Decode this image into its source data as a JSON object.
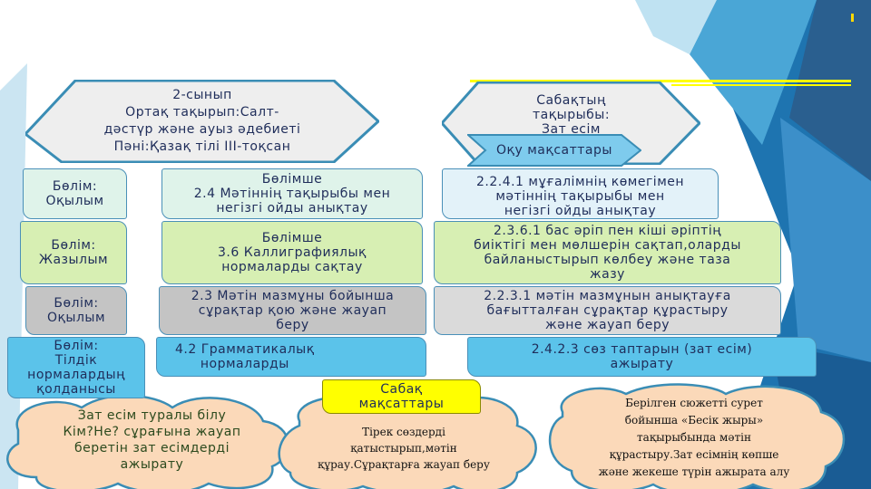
{
  "colors": {
    "accent": "#2a6fa8",
    "text": "#1f2d5a",
    "mint": "#dff3ea",
    "lime": "#d7efb3",
    "gray": "#c4c4c4",
    "blue": "#5bc3ea",
    "cloud": "#fbd9b9",
    "highlight": "#ffff00"
  },
  "header_left": {
    "text": "2-сынып\nОртақ тақырып:Салт-\nдәстүр және ауыз әдебиеті\nПәні:Қазақ тілі ІІІ-тоқсан"
  },
  "header_right": {
    "text": "Сабақтың\nтақырыбы:\nЗат есім"
  },
  "arrow": {
    "label": "Оқу мақсаттары"
  },
  "rows": [
    {
      "section": "Бөлім:\nОқылым",
      "subsection": "Бөлімше\n2.4 Мәтіннің тақырыбы мен\nнегізгі ойды анықтау",
      "objective": "2.2.4.1 мұғалімнің көмегімен\nмәтіннің тақырыбы мен\nнегізгі ойды анықтау"
    },
    {
      "section": "Бөлім:\nЖазылым",
      "subsection": "Бөлімше\n3.6 Каллиграфиялық\nнормаларды сақтау",
      "objective": "2.3.6.1 бас әріп пен кіші әріптің\nбиіктігі мен мөлшерін  сақтап,оларды\nбайланыстырып көлбеу және таза\nжазу"
    },
    {
      "section": "Бөлім:\nОқылым",
      "subsection": "2.3 Мәтін мазмұны бойынша\nсұрақтар қою және жауап\nберу",
      "objective": "2.2.3.1 мәтін мазмұнын анықтауға\nбағытталған сұрақтар құрастыру\nжәне жауап беру"
    },
    {
      "section": "Бөлім:\nТілдік\nнормалардың\nқолданысы",
      "subsection": "4.2 Грамматикалық\nнормаларды",
      "objective": "2.4.2.3 сөз таптарын (зат есім)\nажырату"
    }
  ],
  "goals_label": "Сабақ\nмақсаттары",
  "clouds": [
    "Зат есім туралы білу\nКім?Не? сұрағына жауап\nберетін зат есімдерді\nажырату",
    "Тірек сөздерді\nқатыстырып,мәтін\nқұрау.Сұрақтарға жауап беру",
    "Берілген сюжетті сурет\nбойынша «Бесік жыры»\nтақырыбында мәтін\nқұрастыру.Зат есімнің көпше\nжәне жекеше түрін ажырата алу"
  ]
}
